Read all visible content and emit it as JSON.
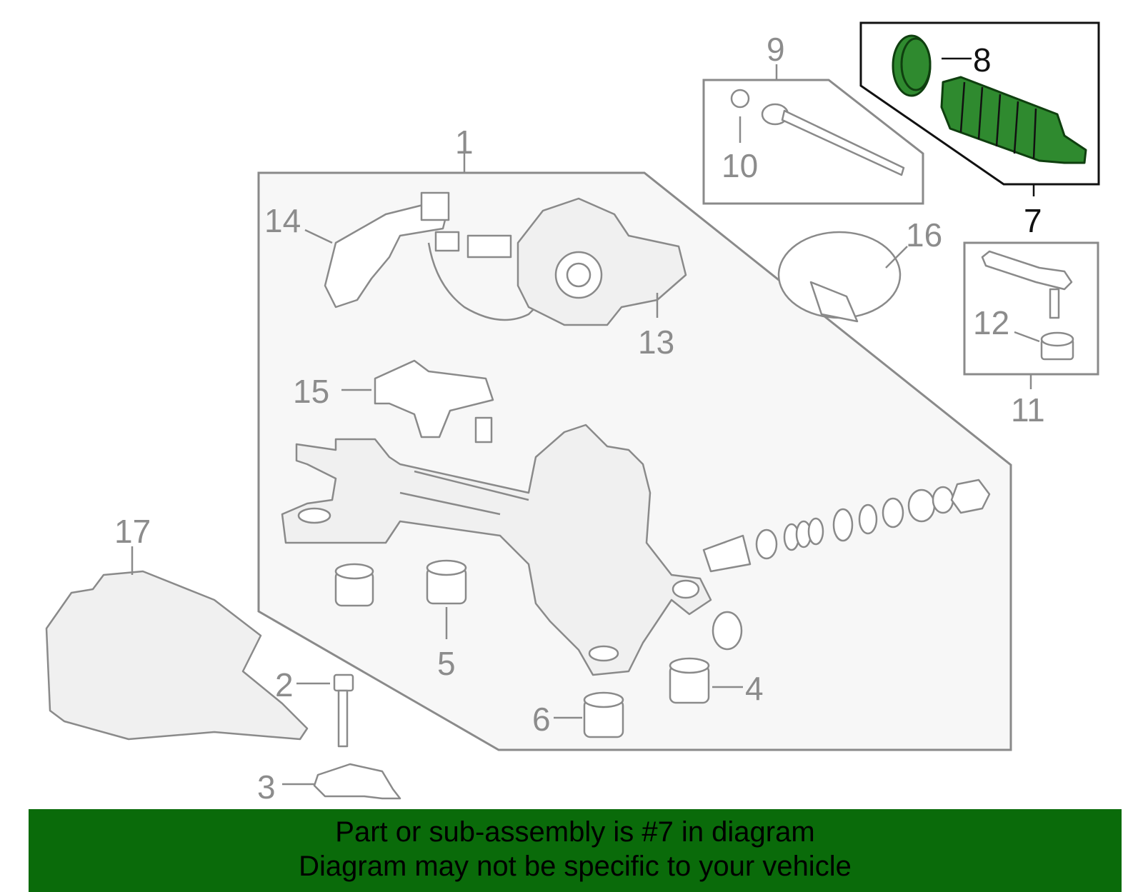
{
  "diagram": {
    "callouts": {
      "c1": "1",
      "c2": "2",
      "c3": "3",
      "c4": "4",
      "c5": "5",
      "c6": "6",
      "c7": "7",
      "c8": "8",
      "c9": "9",
      "c10": "10",
      "c11": "11",
      "c12": "12",
      "c13": "13",
      "c14": "14",
      "c15": "15",
      "c16": "16",
      "c17": "17"
    },
    "highlighted_parts": [
      "7",
      "8"
    ],
    "colors": {
      "highlight": "#2f8a2f",
      "banner": "#0a6b0a",
      "line": "#8a8a8a"
    }
  },
  "banner": {
    "line1": "Part or sub-assembly is #7 in diagram",
    "line2": "Diagram may not be specific to your vehicle"
  }
}
